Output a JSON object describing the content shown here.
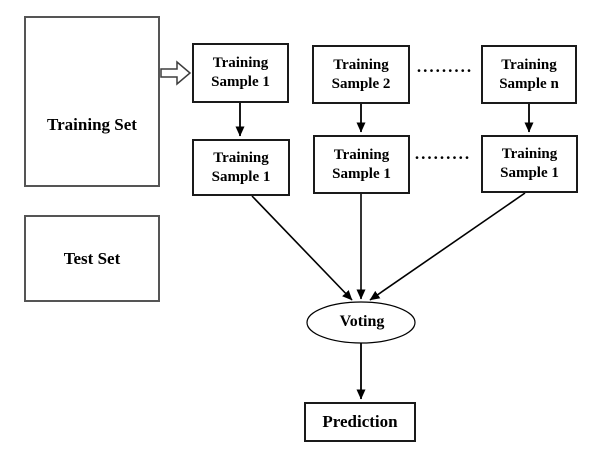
{
  "diagram": {
    "title_semantic": "bagging-ensemble-flowchart",
    "training_set_label": "Training Set",
    "test_set_label": "Test Set",
    "top_row": [
      {
        "label": "Training Sample 1"
      },
      {
        "label": "Training Sample 2"
      },
      {
        "label": "Training Sample n"
      }
    ],
    "bottom_row": [
      {
        "label": "Training Sample 1"
      },
      {
        "label": "Training Sample 1"
      },
      {
        "label": "Training Sample 1"
      }
    ],
    "dots": ".........",
    "voting_label": "Voting",
    "prediction_label": "Prediction",
    "icons": {
      "block_arrow": "block-arrow-right"
    },
    "colors": {
      "background": "#ffffff",
      "text": "#000000",
      "sample_box_border": "#1a1a1a",
      "outer_box_border": "#555555",
      "arrow": "#000000"
    }
  }
}
